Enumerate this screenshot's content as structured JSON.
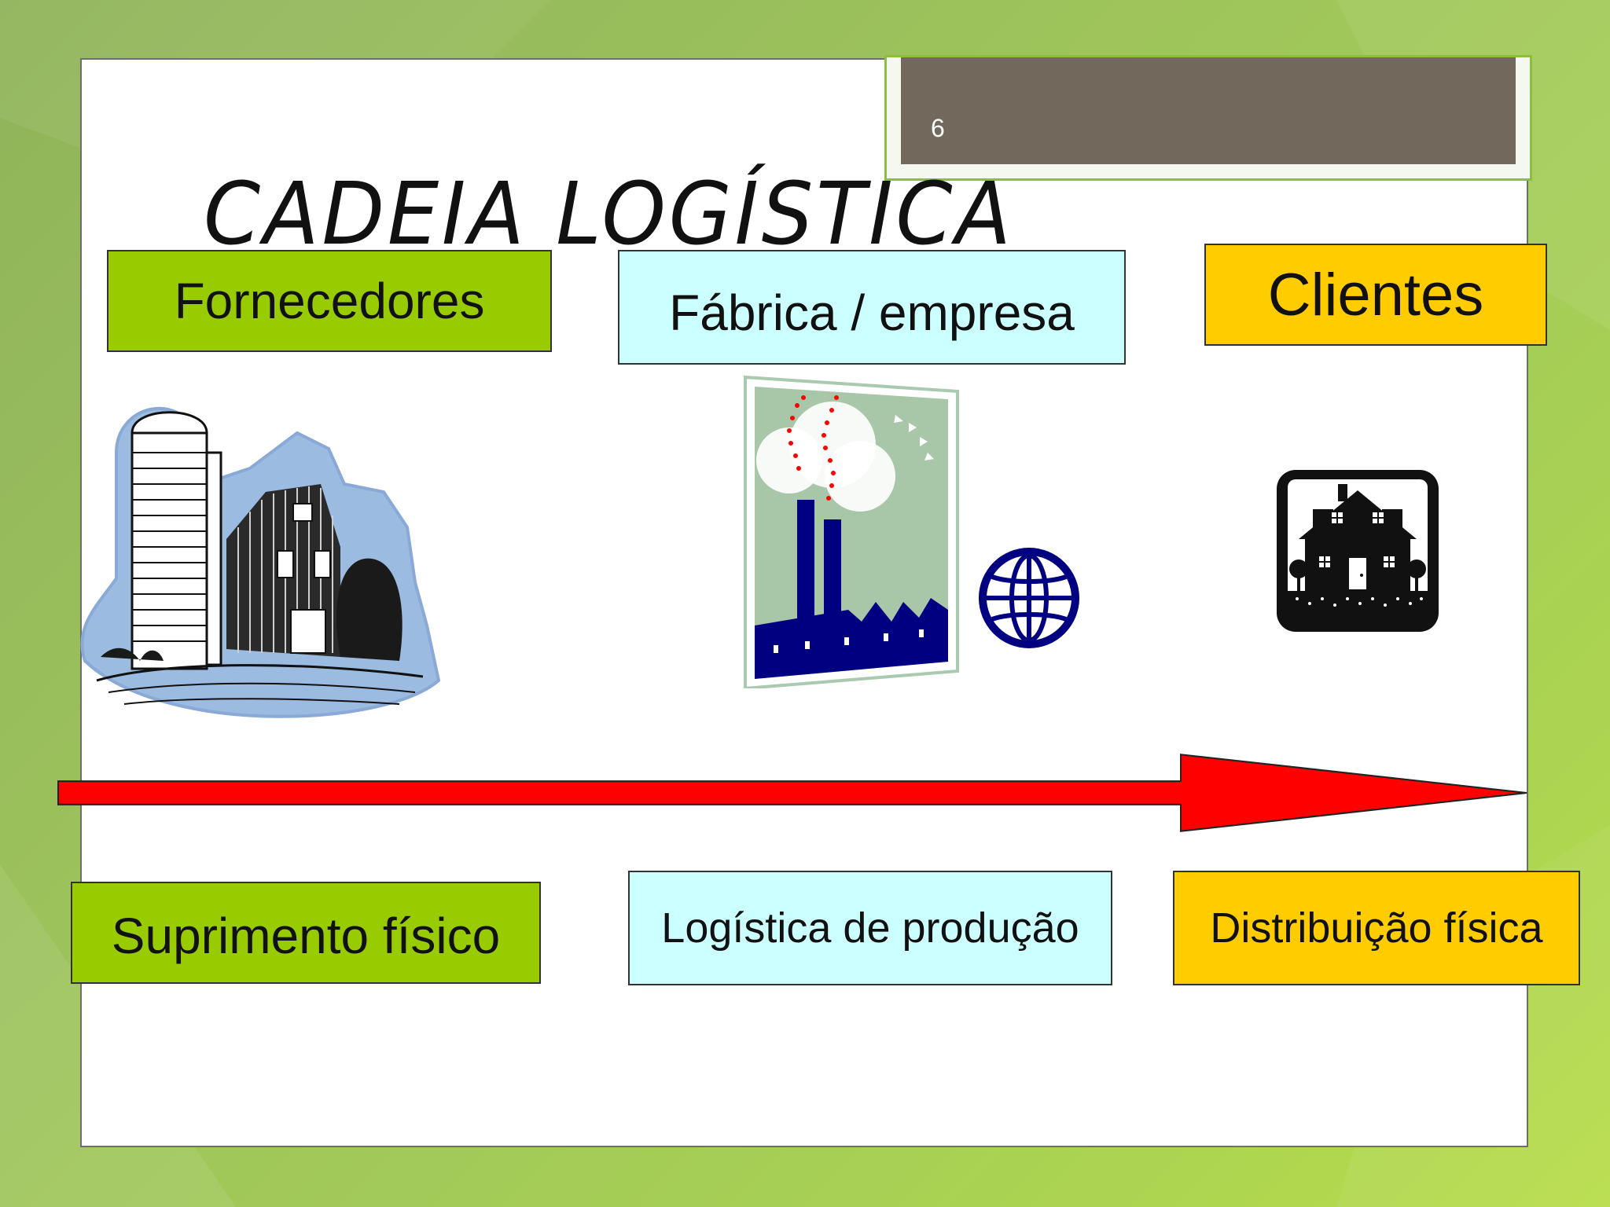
{
  "slide": {
    "number": "6",
    "title": "CADEIA LOGÍSTICA"
  },
  "stages": [
    {
      "label": "Fornecedores",
      "color": "#99cc00",
      "icon": "farm-silo-barn-icon"
    },
    {
      "label": "Fábrica / empresa",
      "color": "#ccffff",
      "icon": "factory-globe-icon"
    },
    {
      "label": "Clientes",
      "color": "#ffcc00",
      "icon": "house-icon"
    }
  ],
  "flows": [
    {
      "label": "Suprimento físico",
      "color": "#99cc00"
    },
    {
      "label": "Logística de produção",
      "color": "#ccffff"
    },
    {
      "label": "Distribuição física",
      "color": "#ffcc00"
    }
  ],
  "arrow": {
    "color": "#ff0000",
    "direction": "right",
    "icon": "flow-arrow-icon"
  }
}
